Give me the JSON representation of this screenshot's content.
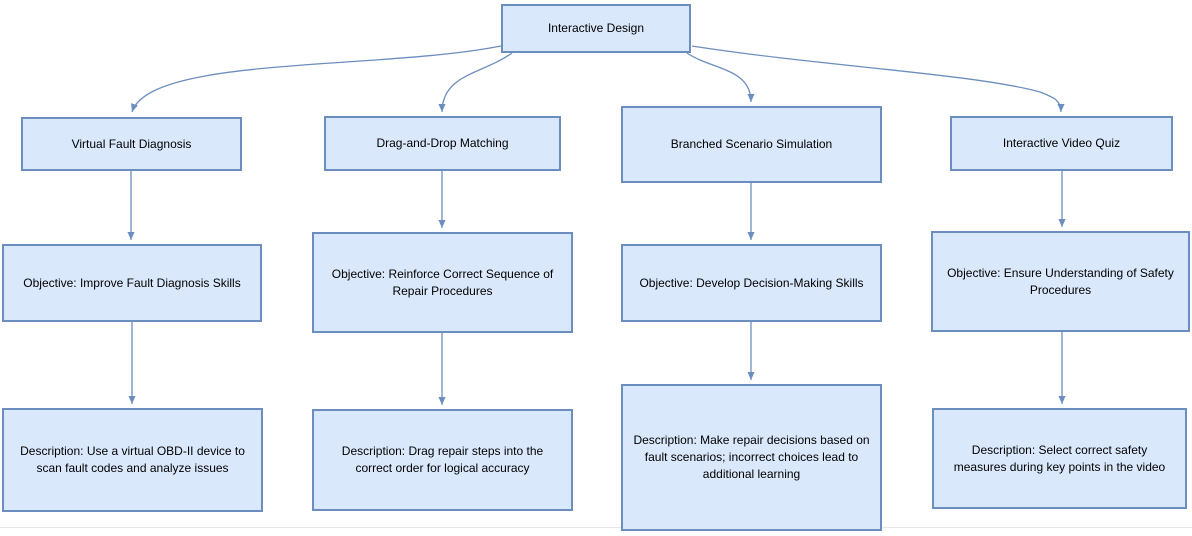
{
  "diagram": {
    "root": {
      "label": "Interactive Design"
    },
    "columns": [
      {
        "title": "Virtual Fault Diagnosis",
        "objective": "Objective: Improve Fault Diagnosis Skills",
        "description": "Description: Use a virtual OBD-II device to scan fault codes and analyze issues"
      },
      {
        "title": "Drag-and-Drop Matching",
        "objective": "Objective: Reinforce Correct Sequence of Repair Procedures",
        "description": "Description: Drag repair steps into the correct order for logical accuracy"
      },
      {
        "title": "Branched Scenario Simulation",
        "objective": "Objective: Develop Decision-Making Skills",
        "description": "Description: Make repair decisions based on fault scenarios; incorrect choices lead to additional learning"
      },
      {
        "title": "Interactive Video Quiz",
        "objective": "Objective: Ensure Understanding of Safety Procedures",
        "description": "Description: Select correct safety measures during key points in the video"
      }
    ],
    "colors": {
      "node_fill": "#dae8fc",
      "node_border": "#6c8ebf",
      "connector": "#6c8ebf",
      "text": "#000000",
      "background": "#ffffff",
      "page_line": "#e6e6e6"
    }
  }
}
